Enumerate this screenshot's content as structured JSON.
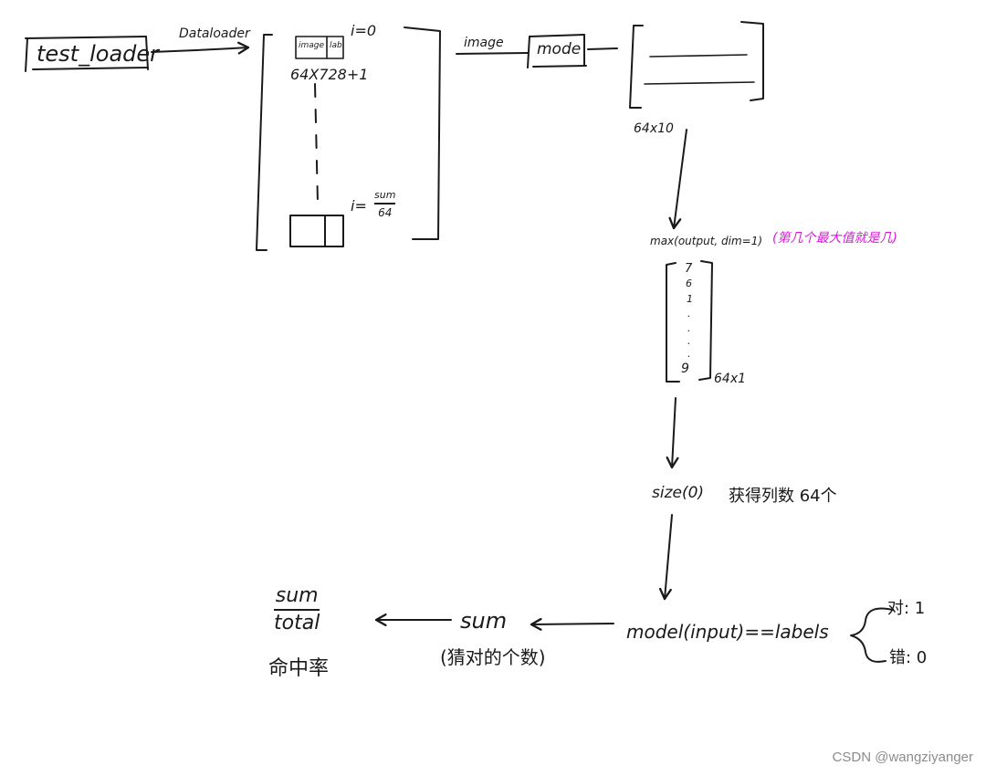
{
  "nodes": {
    "test_loader": "test_loader",
    "dataloader_label": "Dataloader",
    "batch_first_image": "image",
    "batch_first_label": "lab",
    "index_start": "i=0",
    "batch_shape": "64X728+1",
    "index_end_prefix": "i=",
    "index_end_num": "sum",
    "index_end_den": "64",
    "image_arrow_label": "image",
    "model_box": "mode",
    "output_shape": "64x10",
    "max_call": "max(output, dim=1)",
    "max_note": "(第几个最大值就是几)",
    "vector_top": "7",
    "vector_items": [
      "6",
      "1",
      ".",
      ".",
      ".",
      "."
    ],
    "vector_bottom": "9",
    "vector_shape": "64x1",
    "size_call": "size(0)",
    "size_note": "获得列数 64个",
    "compare_expr": "model(input)==labels",
    "branch_true": "对: 1",
    "branch_false": "错: 0",
    "sum_label": "sum",
    "sum_note": "(猜对的个数)",
    "accuracy_num": "sum",
    "accuracy_den": "total",
    "accuracy_label": "命中率"
  },
  "watermark": "CSDN @wangziyanger",
  "colors": {
    "ink": "#1a1a1a",
    "note": "#d81ad8",
    "watermark": "#8c8c8c"
  }
}
